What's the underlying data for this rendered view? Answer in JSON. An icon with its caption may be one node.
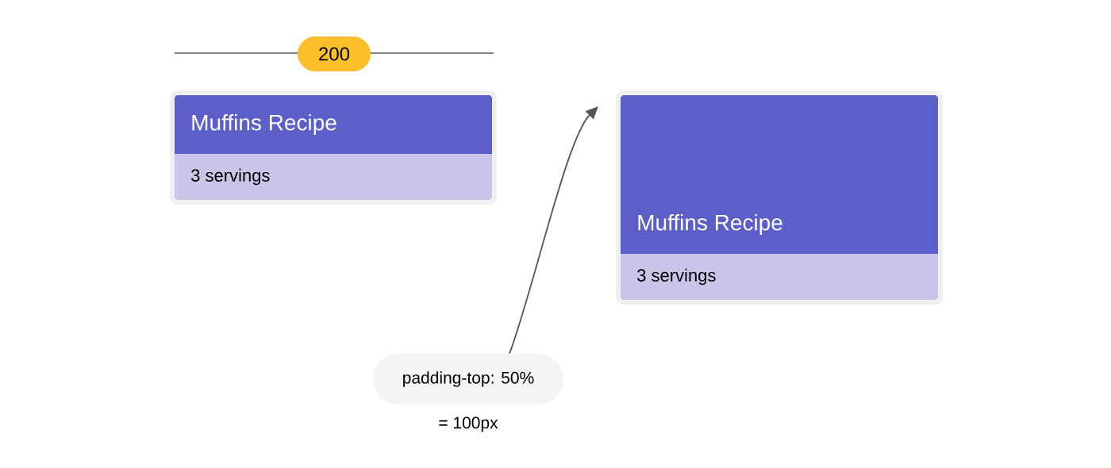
{
  "diagram": {
    "nodes": [
      {
        "text": [
          "Muffins Recipe",
          "3 servings"
        ]
      },
      {
        "text": [
          "Muffins Recipe",
          "3 servings"
        ]
      },
      {
        "text": [
          "padding-top: 50%"
        ],
        "beside": [
          "= 100px"
        ]
      }
    ],
    "edges": [
      {
        "from": 2,
        "to": 1,
        "arrow": "to"
      }
    ],
    "labels": [
      "200"
    ]
  }
}
